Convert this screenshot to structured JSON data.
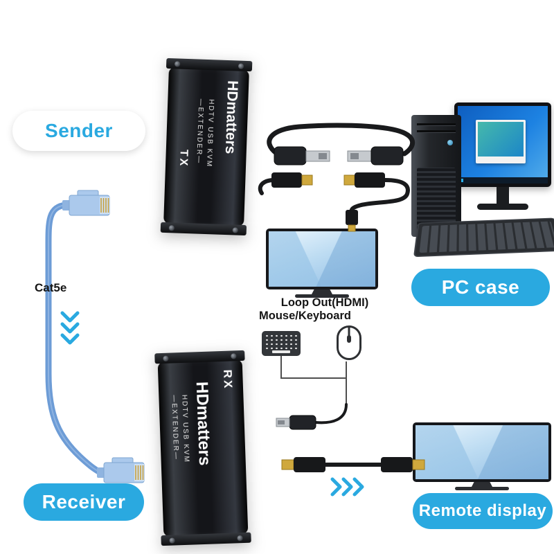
{
  "pills": {
    "sender": {
      "label": "Sender"
    },
    "pc_case": {
      "label": "PC case"
    },
    "receiver": {
      "label": "Receiver"
    },
    "remote_display": {
      "label": "Remote display"
    }
  },
  "annotations": {
    "cat5e_label": "Cat5e",
    "loop_out_label": "Loop Out(HDMI)",
    "mouse_keyboard_label": "Mouse/Keyboard"
  },
  "devices": {
    "tx": {
      "brand": "HDmatters",
      "model_line1": "HDTV USB KVM",
      "model_line2": "—EXTENDER—",
      "port": "TX"
    },
    "rx": {
      "brand": "HDmatters",
      "model_line1": "HDTV USB KVM",
      "model_line2": "—EXTENDER—",
      "port": "RX"
    }
  },
  "icons": {
    "keyboard": "keyboard-icon",
    "mouse": "mouse-icon",
    "down_arrows": "chevrons-down-icon",
    "right_arrows": "chevrons-right-icon"
  },
  "colors": {
    "accent_blue": "#2aa9e0",
    "pill_text": "#ffffff",
    "sender_text": "#2aa9e0",
    "device_black": "#17181b",
    "cat5e_blue": "#6d9cd6",
    "rj45_plastic": "#abc9ec",
    "hdmi_gold": "#cfa83d",
    "usb_silver": "#c6cace",
    "cable_black": "#191a1c"
  }
}
